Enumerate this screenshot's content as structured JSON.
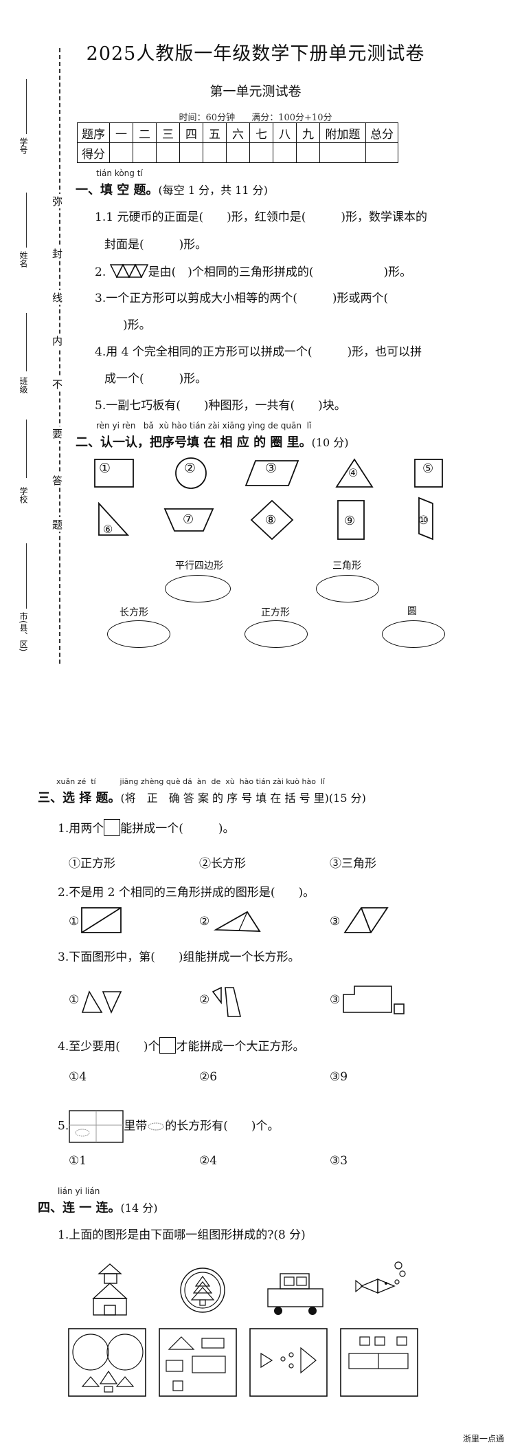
{
  "header": {
    "title": "2025人教版一年级数学下册单元测试卷",
    "subtitle": "第一单元测试卷",
    "time": "时间：60分钟",
    "full_score": "满分：100分+10分"
  },
  "score_table": {
    "row1": [
      "题序",
      "一",
      "二",
      "三",
      "四",
      "五",
      "六",
      "七",
      "八",
      "九",
      "附加题",
      "总分"
    ],
    "row2_label": "得分"
  },
  "side": {
    "labels": [
      "学号",
      "姓名",
      "班级",
      "学校",
      "市(县、区)"
    ],
    "seal_chars": [
      "弥",
      "封",
      "线",
      "内",
      "不",
      "要",
      "答",
      "题"
    ]
  },
  "section1": {
    "pinyin": "tián kòng tí",
    "title": "一、填 空 题。",
    "note": "(每空 1 分，共 11 分)",
    "q1a": "1.1 元硬币的正面是(　　)形，红领巾是(　　　)形，数学课本的",
    "q1b": "封面是(　　　)形。",
    "q2a": "2.",
    "q2b": "是由(　)个相同的三角形拼成的(　　　　　　)形。",
    "q3a": "3.一个正方形可以剪成大小相等的两个(　　　)形或两个(",
    "q3b": "　)形。",
    "q4a": "4.用 4 个完全相同的正方形可以拼成一个(　　　)形，也可以拼",
    "q4b": "成一个(　　　)形。",
    "q5": "5.一副七巧板有(　　)种图形，一共有(　　)块。"
  },
  "section2": {
    "pinyin": "rèn yi rèn   bǎ  xù hào tián zài xiāng yìng de quān  lǐ",
    "title": "二、认一认，把序号填 在 相 应 的 圈 里。",
    "note": "(10 分)",
    "shape_numbers": [
      "①",
      "②",
      "③",
      "④",
      "⑤",
      "⑥",
      "⑦",
      "⑧",
      "⑨",
      "⑩"
    ],
    "categories": [
      "平行四边形",
      "三角形",
      "长方形",
      "正方形",
      "圆"
    ]
  },
  "section3": {
    "pinyin": "xuǎn zé  tí          jiāng zhèng què dá  àn  de  xù  hào tián zài kuò hào  lǐ",
    "title": "三、选 择 题。",
    "note": "(将　正　确 答 案 的 序 号 填 在 括 号 里)(15 分)",
    "q1a": "1.用两个",
    "q1b": "能拼成一个(　　　)。",
    "q1_options": [
      "①正方形",
      "②长方形",
      "③三角形"
    ],
    "q2": "2.不是用 2 个相同的三角形拼成的图形是(　　)。",
    "q2_labels": [
      "①",
      "②",
      "③"
    ],
    "q3": "3.下面图形中，第(　　)组能拼成一个长方形。",
    "q3_labels": [
      "①",
      "②",
      "③"
    ],
    "q4a": "4.至少要用(　　)个",
    "q4b": "才能拼成一个大正方形。",
    "q4_options": [
      "①4",
      "②6",
      "③9"
    ],
    "q5a": "5.",
    "q5b": "里带",
    "q5c": "的长方形有(　　)个。",
    "q5_options": [
      "①1",
      "②4",
      "③3"
    ]
  },
  "section4": {
    "pinyin": "lián yi lián",
    "title": "四、连 一 连。",
    "note": "(14 分)",
    "q1": "1.上面的图形是由下面哪一组图形拼成的?(8 分)"
  },
  "footer": "浙里一点通"
}
